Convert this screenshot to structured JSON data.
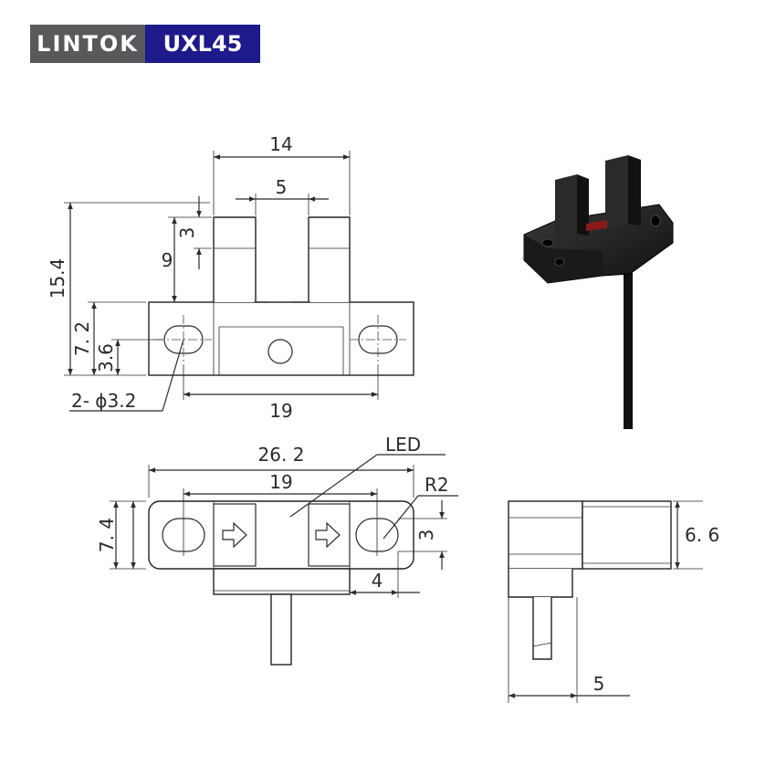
{
  "header": {
    "brand": "LINTOK",
    "model": "UXL45"
  },
  "front_view": {
    "dim_total_width": "14",
    "dim_slot_width": "5",
    "dim_height_total": "15.4",
    "dim_slot_depth": "9",
    "dim_top_lip": "3",
    "dim_base_height": "7. 2",
    "dim_hole_center": "3.6",
    "dim_hole_spec": "2- ϕ3.2",
    "dim_hole_pitch": "19"
  },
  "bottom_view": {
    "dim_overall_length": "26. 2",
    "dim_hole_pitch": "19",
    "dim_width": "7. 4",
    "dim_slot_height": "3",
    "dim_offset": "4",
    "label_led": "LED",
    "label_radius": "R2"
  },
  "side_view": {
    "dim_depth": "6. 6",
    "dim_cable_offset": "5"
  },
  "colors": {
    "brand_gray": "#58595b",
    "brand_blue": "#1e1a8c",
    "line": "#2b2b2b"
  }
}
